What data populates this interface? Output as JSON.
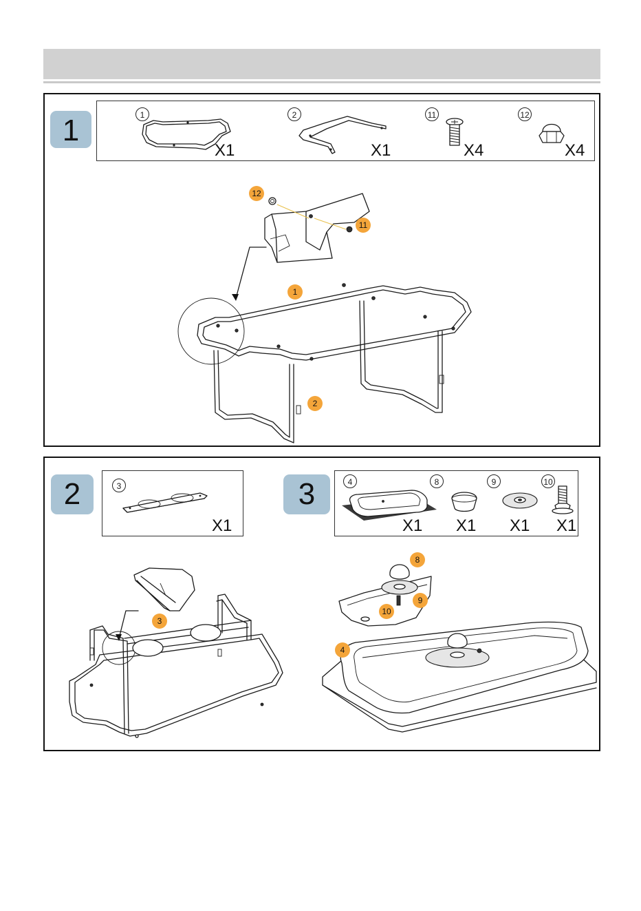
{
  "steps": [
    {
      "number": "1",
      "parts": [
        {
          "id": "1",
          "qty": "X1"
        },
        {
          "id": "2",
          "qty": "X1"
        },
        {
          "id": "11",
          "qty": "X4"
        },
        {
          "id": "12",
          "qty": "X4"
        }
      ],
      "callouts": [
        "12",
        "11",
        "1",
        "2"
      ]
    },
    {
      "number": "2",
      "parts": [
        {
          "id": "3",
          "qty": "X1"
        }
      ],
      "callouts": [
        "3"
      ]
    },
    {
      "number": "3",
      "parts": [
        {
          "id": "4",
          "qty": "X1"
        },
        {
          "id": "8",
          "qty": "X1"
        },
        {
          "id": "9",
          "qty": "X1"
        },
        {
          "id": "10",
          "qty": "X1"
        }
      ],
      "callouts": [
        "8",
        "9",
        "10",
        "4"
      ]
    }
  ],
  "colors": {
    "header_bar": "#d1d1d1",
    "step_badge": "#a9c3d4",
    "callout": "#f4a53a",
    "border": "#111111"
  }
}
